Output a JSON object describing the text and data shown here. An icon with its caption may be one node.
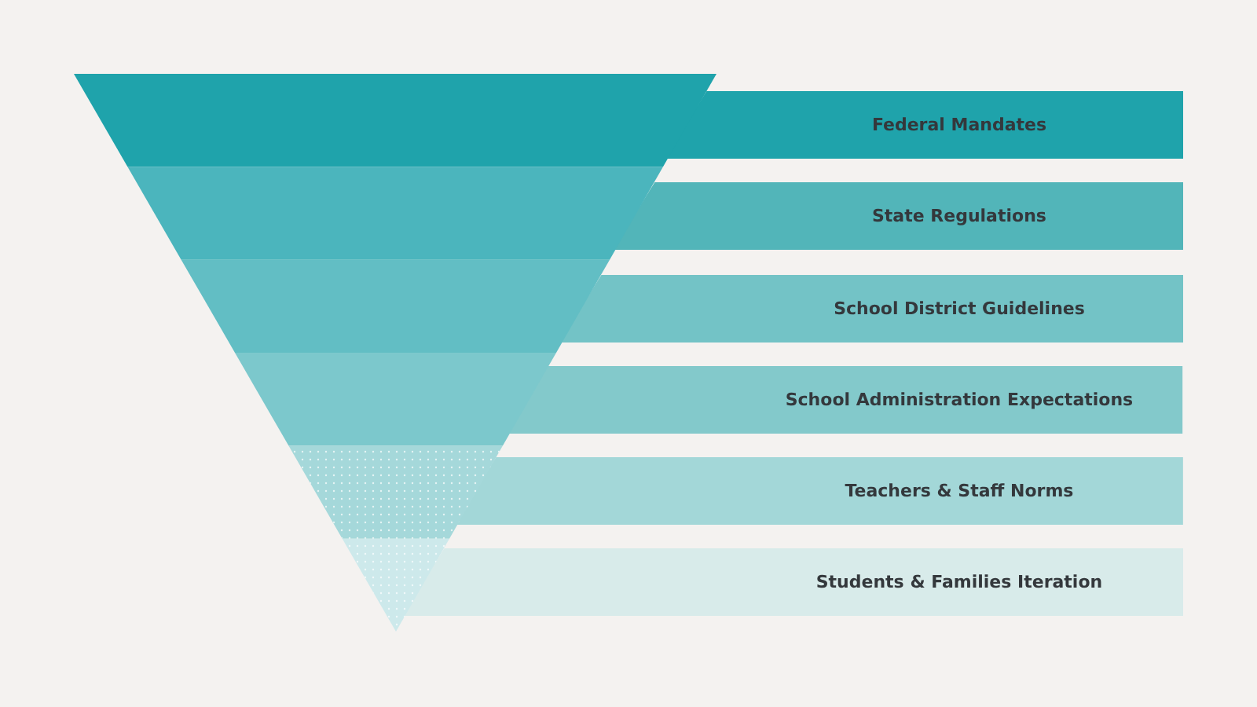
{
  "diagram": {
    "nodes": [
      {
        "text": [
          "Federal Mandates"
        ]
      },
      {
        "text": [
          "State Regulations"
        ]
      },
      {
        "text": [
          "School District Guidelines"
        ]
      },
      {
        "text": [
          "School Administration Expectations"
        ]
      },
      {
        "text": [
          "Teachers & Staff Norms"
        ]
      },
      {
        "text": [
          "Students & Families Iteration"
        ]
      }
    ]
  }
}
